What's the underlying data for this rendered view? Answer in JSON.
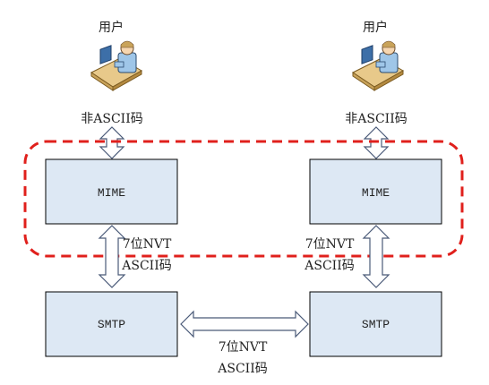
{
  "users": [
    {
      "label": "用户",
      "encoding_label": "非ASCII码"
    },
    {
      "label": "用户",
      "encoding_label": "非ASCII码"
    }
  ],
  "boxes": {
    "mime_left": "MIME",
    "mime_right": "MIME",
    "smtp_left": "SMTP",
    "smtp_right": "SMTP"
  },
  "nvt_labels": {
    "left": {
      "line1": "7位NVT",
      "line2": "ASCII码"
    },
    "right": {
      "line1": "7位NVT",
      "line2": "ASCII码"
    },
    "bottom": {
      "line1": "7位NVT",
      "line2": "ASCII码"
    }
  },
  "colors": {
    "box_fill": "#dde8f4",
    "box_stroke": "#000000",
    "arrow_fill": "#ffffff",
    "arrow_stroke": "#4a5a78",
    "dashed_border": "#e0201c",
    "desk": "#e8c98a",
    "person_shirt": "#9fc6e8",
    "person_skin": "#f6d6b0",
    "monitor": "#3d6fa8"
  },
  "icons": [
    "user-at-computer-icon",
    "user-at-computer-icon"
  ]
}
